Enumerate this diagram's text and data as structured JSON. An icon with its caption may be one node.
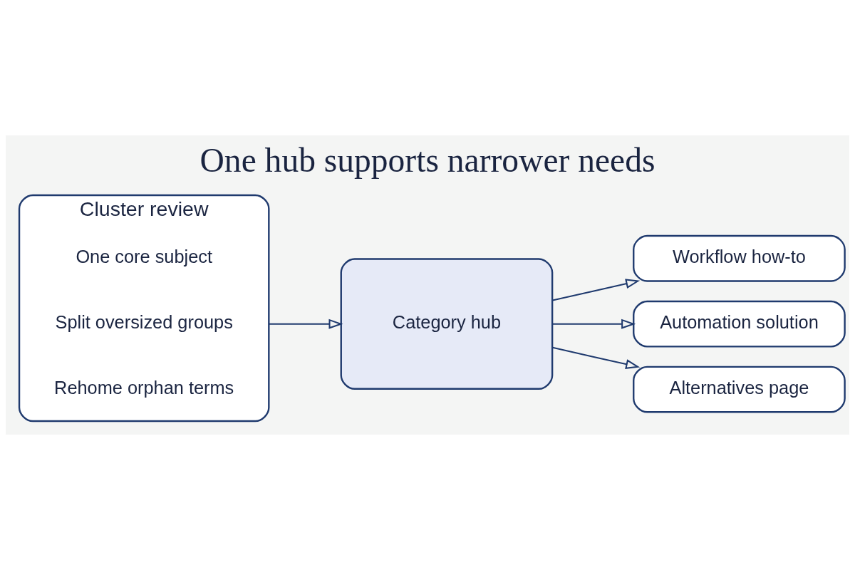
{
  "diagram": {
    "title": "One hub supports narrower needs",
    "nodes": [
      {
        "text": [
          "Cluster review"
        ]
      },
      {
        "text": [
          "One core subject"
        ],
        "in": 0
      },
      {
        "text": [
          "Split oversized groups"
        ],
        "in": 0
      },
      {
        "text": [
          "Rehome orphan terms"
        ],
        "in": 0
      },
      {
        "text": [
          "Category hub"
        ]
      },
      {
        "text": [
          "Workflow how-to"
        ]
      },
      {
        "text": [
          "Automation solution"
        ]
      },
      {
        "text": [
          "Alternatives page"
        ]
      }
    ],
    "edges": [
      {
        "from": 0,
        "to": 4,
        "arrow": "to"
      },
      {
        "from": 4,
        "to": 5,
        "arrow": "to"
      },
      {
        "from": 4,
        "to": 6,
        "arrow": "to"
      },
      {
        "from": 4,
        "to": 7,
        "arrow": "to"
      }
    ]
  }
}
